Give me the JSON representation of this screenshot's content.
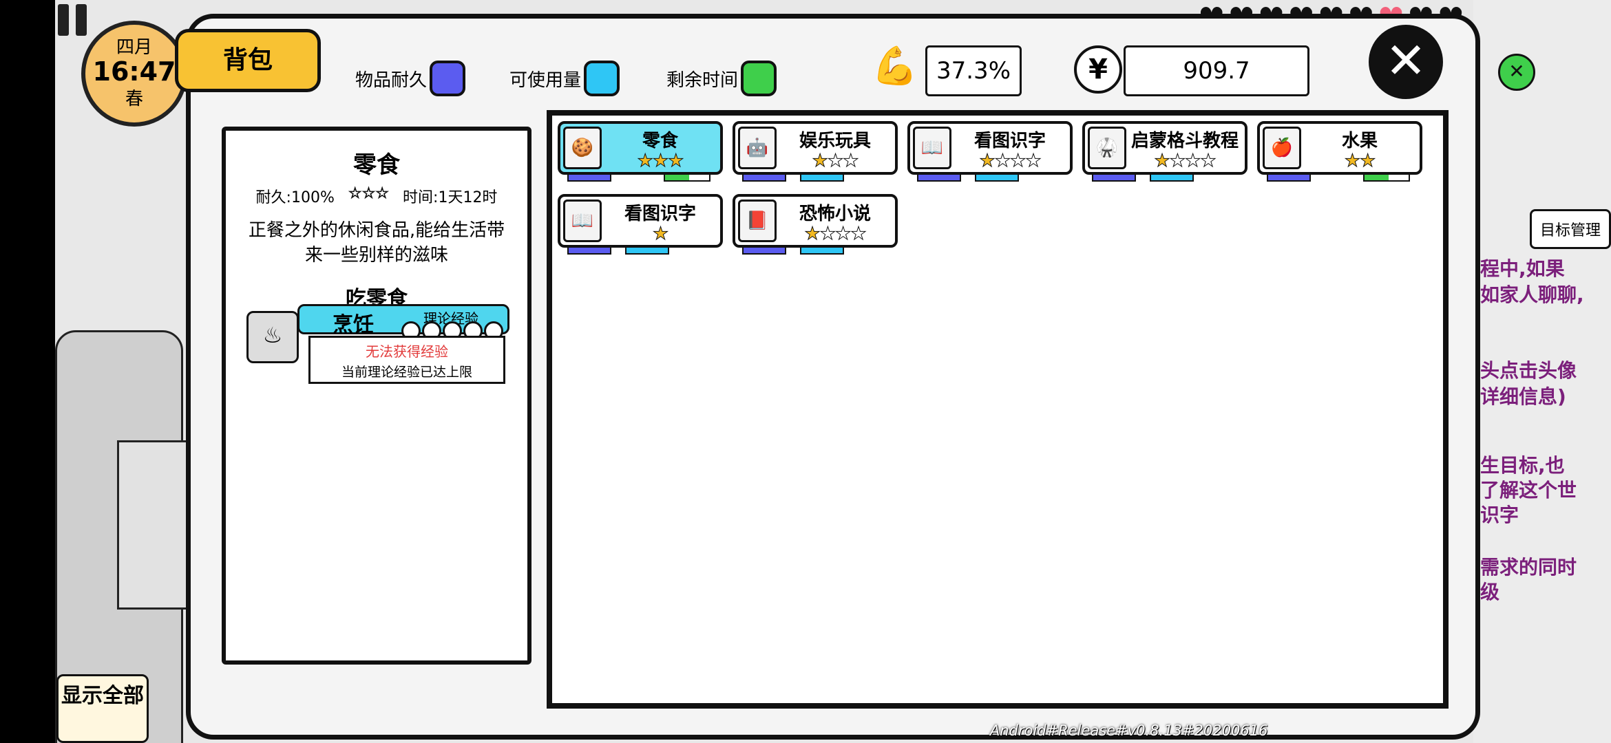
{
  "clock": {
    "month": "四月",
    "time": "16:47",
    "season": "春"
  },
  "bag_tab": {
    "label": "背包"
  },
  "legend": [
    {
      "label": "物品耐久",
      "color": "#5b5cf0"
    },
    {
      "label": "可使用量",
      "color": "#2fc6f5"
    },
    {
      "label": "剩余时间",
      "color": "#3fcf4b"
    }
  ],
  "stats": {
    "strength": "37.3%",
    "money": "909.7",
    "currency_symbol": "¥"
  },
  "close": {
    "label": "✕"
  },
  "detail": {
    "title": "零食",
    "durability": "耐久:100%",
    "time": "时间:1天12时",
    "description": "正餐之外的休闲食品,能给生活带来一些别样的滋味",
    "action": "吃零食",
    "skill": "烹饪",
    "skill_tag": "理论经验",
    "warning": "无法获得经验",
    "note": "当前理论经验已达上限"
  },
  "items": [
    {
      "name": "零食",
      "stars": 3,
      "max_stars": 3,
      "selected": true,
      "icon": "snack-jar-icon",
      "bars": [
        "dur",
        "time"
      ]
    },
    {
      "name": "娱乐玩具",
      "stars": 1,
      "max_stars": 3,
      "selected": false,
      "icon": "toy-figure-icon",
      "bars": [
        "dur",
        "use"
      ]
    },
    {
      "name": "看图识字",
      "stars": 1,
      "max_stars": 4,
      "selected": false,
      "icon": "picture-book-icon",
      "bars": [
        "dur",
        "use"
      ]
    },
    {
      "name": "启蒙格斗教程",
      "stars": 1,
      "max_stars": 4,
      "selected": false,
      "icon": "fight-manual-icon",
      "bars": [
        "dur",
        "use"
      ]
    },
    {
      "name": "水果",
      "stars": 2,
      "max_stars": 2,
      "selected": false,
      "icon": "apple-icon",
      "bars": [
        "dur",
        "time"
      ]
    },
    {
      "name": "看图识字",
      "stars": 1,
      "max_stars": 1,
      "selected": false,
      "icon": "picture-book-icon",
      "bars": [
        "dur",
        "use"
      ]
    },
    {
      "name": "恐怖小说",
      "stars": 1,
      "max_stars": 4,
      "selected": false,
      "icon": "horror-novel-icon",
      "bars": [
        "dur",
        "use"
      ]
    }
  ],
  "side": {
    "goal_button": "目标管理",
    "show_all": "显示全部",
    "story_lines": [
      "程中,如果",
      "如家人聊聊,",
      "头点击头像",
      "详细信息)",
      "生目标,也",
      "了解这个世",
      "识字",
      "需求的同时",
      "级"
    ]
  },
  "version": "Android#Release#v0.8.13#20200616"
}
